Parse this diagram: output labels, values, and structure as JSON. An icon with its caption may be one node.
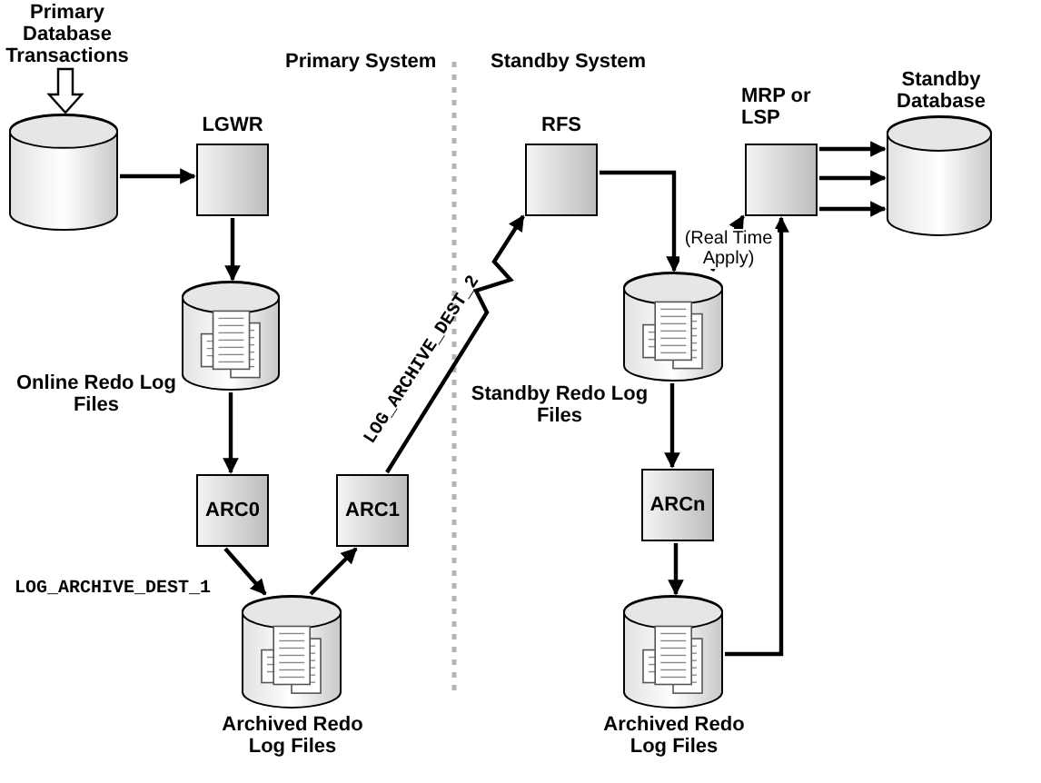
{
  "diagram": {
    "nodes": [
      {
        "text": [
          "Primary Database Transactions"
        ]
      },
      {
        "text": [],
        "shape": "cylinder"
      },
      {
        "text": [
          "LGWR"
        ]
      },
      {
        "text": [
          "Online Redo Log Files"
        ]
      },
      {
        "text": [
          "ARC0"
        ]
      },
      {
        "text": [
          "ARC1"
        ]
      },
      {
        "text": [
          "Archived Redo Log Files"
        ]
      },
      {
        "text": [
          "RFS"
        ]
      },
      {
        "text": [
          "MRP or LSP"
        ]
      },
      {
        "text": [
          "Standby Database"
        ]
      },
      {
        "text": [
          "Standby Redo Log Files"
        ]
      },
      {
        "text": [
          "ARCn"
        ]
      },
      {
        "text": [
          "Archived Redo Log Files"
        ]
      }
    ],
    "edges": [
      {
        "from": 0,
        "to": 1,
        "arrow": "to",
        "style": "thick"
      },
      {
        "from": 1,
        "to": 2,
        "arrow": "to"
      },
      {
        "from": 2,
        "to": 3,
        "arrow": "to"
      },
      {
        "from": 3,
        "to": 4,
        "arrow": "to"
      },
      {
        "from": 4,
        "to": 6,
        "arrow": "to"
      },
      {
        "from": 6,
        "to": 5,
        "arrow": "to"
      },
      {
        "from": 5,
        "to": 7,
        "arrow": "to",
        "label": "LOG_ARCHIVE_DEST_2"
      },
      {
        "from": 7,
        "to": 10,
        "arrow": "to"
      },
      {
        "from": 10,
        "to": 8,
        "arrow": "to",
        "label": "(Real Time Apply)"
      },
      {
        "from": 12,
        "to": 8,
        "arrow": "to"
      },
      {
        "from": 8,
        "to": 9,
        "arrow": "to"
      },
      {
        "from": 8,
        "to": 9,
        "arrow": "to"
      },
      {
        "from": 8,
        "to": 9,
        "arrow": "to"
      },
      {
        "from": 10,
        "to": 11,
        "arrow": "to"
      },
      {
        "from": 11,
        "to": 12,
        "arrow": "to"
      }
    ],
    "labels": [
      "Primary System",
      "Standby System",
      "LOG_ARCHIVE_DEST_1"
    ]
  }
}
